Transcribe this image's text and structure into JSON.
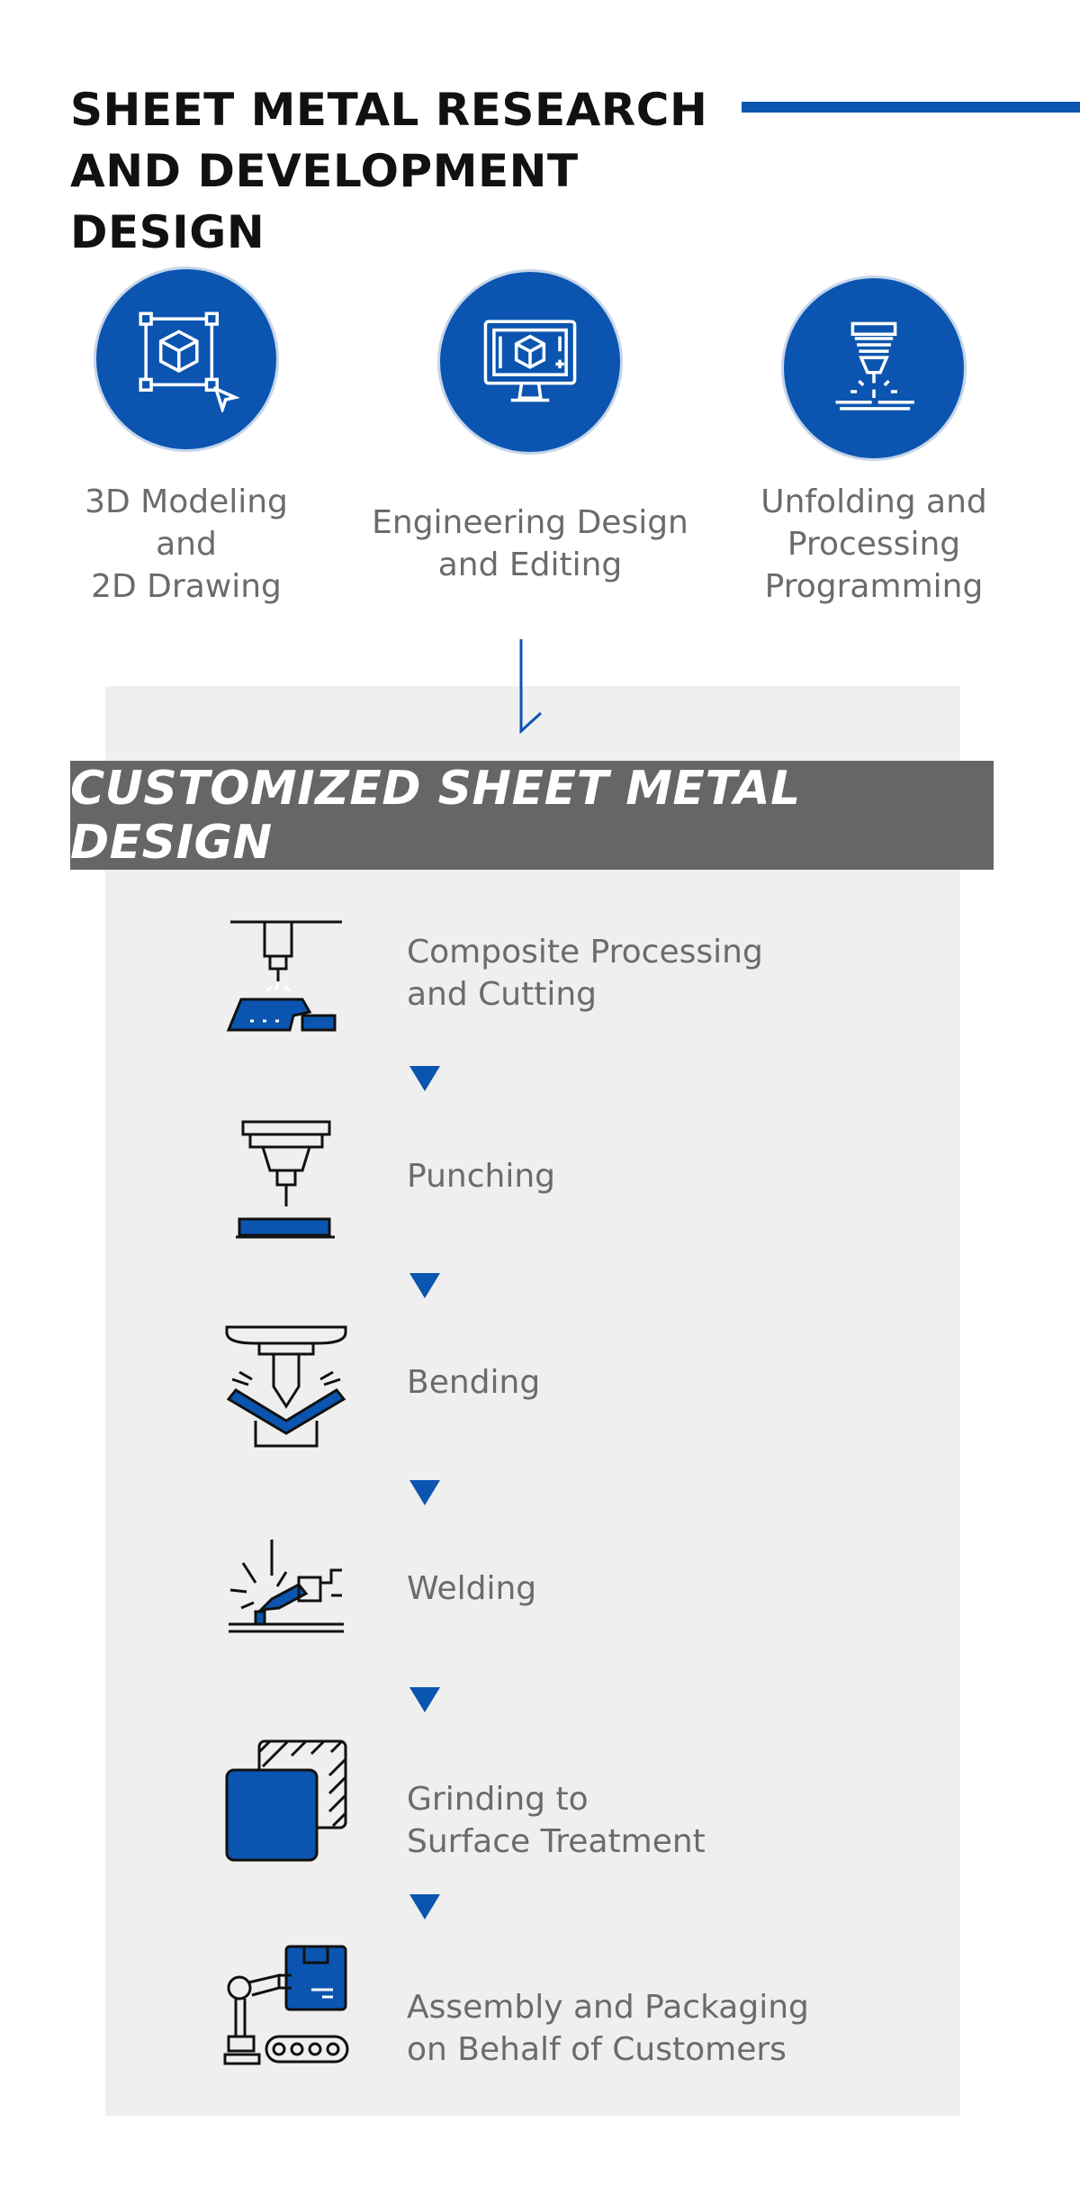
{
  "header": {
    "title": "SHEET METAL RESEARCH\nAND DEVELOPMENT DESIGN",
    "accent_color": "#0b55b0"
  },
  "features": [
    {
      "label": "3D Modeling\nand\n2D Drawing",
      "icon": "3d-cube-selection-icon"
    },
    {
      "label": "Engineering Design\nand Editing",
      "icon": "monitor-cad-icon"
    },
    {
      "label": "Unfolding and\nProcessing\nProgramming",
      "icon": "laser-cutter-icon"
    }
  ],
  "banner": {
    "text": "CUSTOMIZED SHEET METAL DESIGN",
    "color": "#666666"
  },
  "steps": [
    {
      "label": "Composite Processing\nand Cutting",
      "icon": "cutting-machine-icon"
    },
    {
      "label": "Punching",
      "icon": "punch-press-icon"
    },
    {
      "label": "Bending",
      "icon": "press-brake-icon"
    },
    {
      "label": "Welding",
      "icon": "welding-torch-icon"
    },
    {
      "label": "Grinding to\nSurface Treatment",
      "icon": "surface-treatment-icon"
    },
    {
      "label": "Assembly and Packaging\non Behalf of Customers",
      "icon": "robot-arm-packaging-icon"
    }
  ]
}
